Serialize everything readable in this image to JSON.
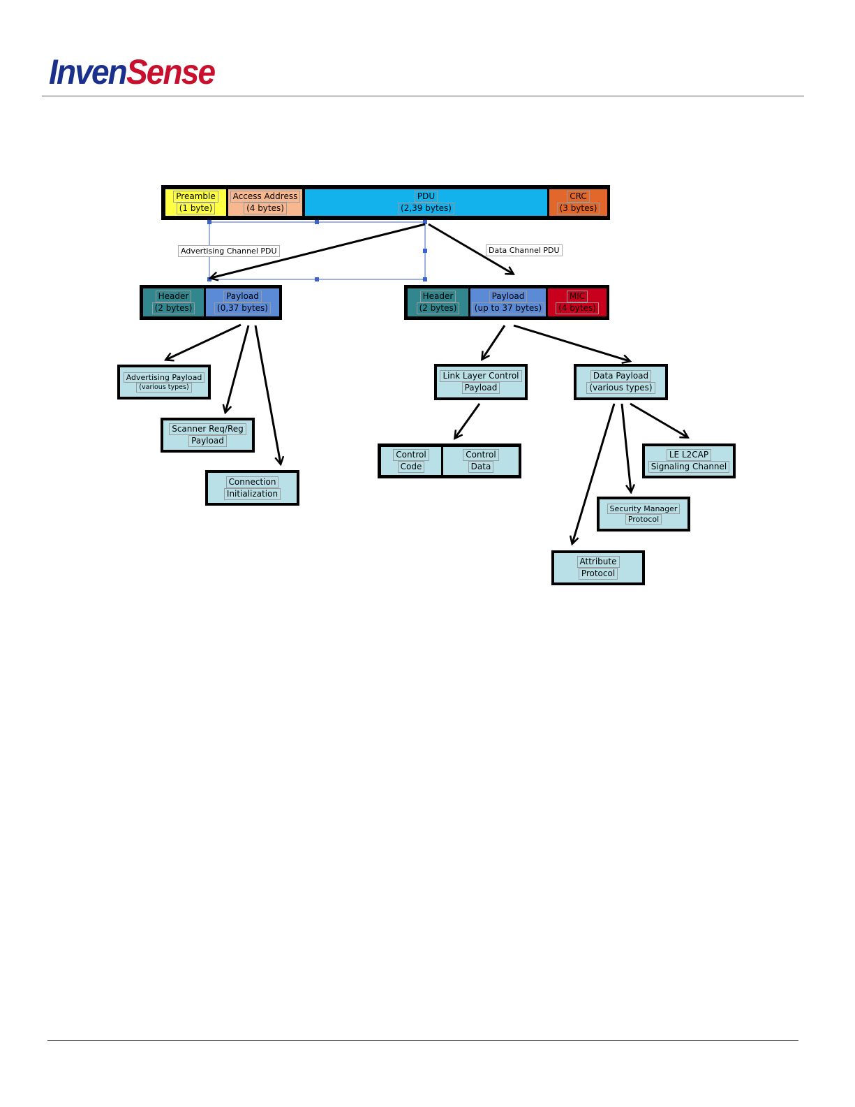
{
  "logo": {
    "part1": "Inven",
    "part2": "Sense"
  },
  "colors": {
    "preamble": "#ffff44",
    "access_address": "#f8b88f",
    "pdu": "#14b2ec",
    "crc": "#e2672a",
    "header": "#32878f",
    "payload": "#5b8ad6",
    "mic": "#c8001e",
    "sub_box": "#b8e0e6",
    "selection": "#3b62d0"
  },
  "packet": {
    "preamble": [
      "Preamble",
      "(1 byte)"
    ],
    "access_address": [
      "Access Address",
      "(4 bytes)"
    ],
    "pdu": [
      "PDU",
      "(2,39 bytes)"
    ],
    "crc": [
      "CRC",
      "(3 bytes)"
    ]
  },
  "labels": {
    "advertising_channel_pdu": "Advertising Channel PDU",
    "data_channel_pdu": "Data Channel PDU"
  },
  "adv_pdu": {
    "header": [
      "Header",
      "(2 bytes)"
    ],
    "payload": [
      "Payload",
      "(0,37 bytes)"
    ]
  },
  "data_pdu": {
    "header": [
      "Header",
      "(2 bytes)"
    ],
    "payload": [
      "Payload",
      "(up to 37 bytes)"
    ],
    "mic": [
      "MIC",
      "(4 bytes)"
    ]
  },
  "adv_children": {
    "advertising_payload": [
      "Advertising Payload",
      "(various types)"
    ],
    "scanner_req": [
      "Scanner Req/Reg",
      "Payload"
    ],
    "connection_init": [
      "Connection",
      "Initialization"
    ]
  },
  "data_children": {
    "llc_payload": [
      "Link Layer Control",
      "Payload"
    ],
    "data_payload": [
      "Data Payload",
      "(various types)"
    ],
    "control_code": [
      "Control",
      "Code"
    ],
    "control_data": [
      "Control",
      "Data"
    ],
    "le_l2cap": [
      "LE L2CAP",
      "Signaling Channel"
    ],
    "security_manager": [
      "Security Manager",
      "Protocol"
    ],
    "attribute_protocol": [
      "Attribute",
      "Protocol"
    ]
  }
}
